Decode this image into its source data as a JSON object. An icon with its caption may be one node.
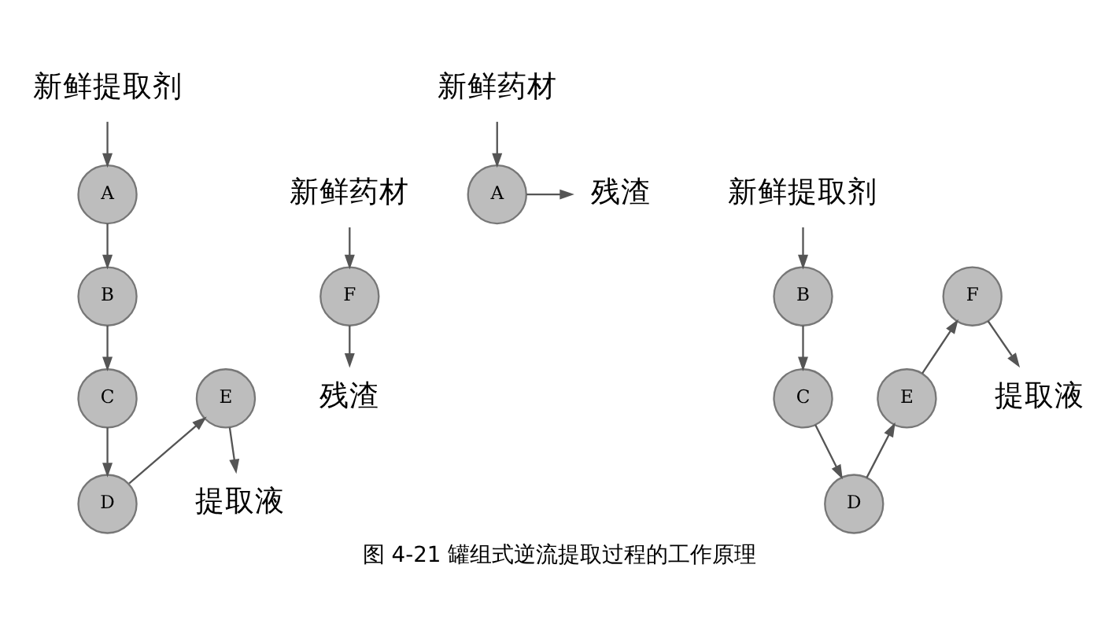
{
  "diagram": {
    "caption": "图 4-21 罐组式逆流提取过程的工作原理",
    "nodes": [
      {
        "text": [
          "新鲜提取剂"
        ]
      },
      {
        "text": [
          "A"
        ]
      },
      {
        "text": [
          "B"
        ]
      },
      {
        "text": [
          "C"
        ]
      },
      {
        "text": [
          "D"
        ]
      },
      {
        "text": [
          "E"
        ]
      },
      {
        "text": [
          "F"
        ]
      },
      {
        "text": [
          "新鲜药材"
        ]
      },
      {
        "text": [
          "残渣"
        ]
      },
      {
        "text": [
          "提取液"
        ]
      },
      {
        "text": [
          "新鲜药材"
        ]
      },
      {
        "text": [
          "A"
        ]
      },
      {
        "text": [
          "残渣"
        ]
      },
      {
        "text": [
          "新鲜提取剂"
        ]
      },
      {
        "text": [
          "B"
        ]
      },
      {
        "text": [
          "C"
        ]
      },
      {
        "text": [
          "D"
        ]
      },
      {
        "text": [
          "E"
        ]
      },
      {
        "text": [
          "F"
        ]
      },
      {
        "text": [
          "提取液"
        ]
      }
    ],
    "edges": [
      {
        "from": 0,
        "to": 1,
        "arrow": "to"
      },
      {
        "from": 1,
        "to": 2,
        "arrow": "to"
      },
      {
        "from": 2,
        "to": 3,
        "arrow": "to"
      },
      {
        "from": 3,
        "to": 4,
        "arrow": "to"
      },
      {
        "from": 4,
        "to": 5,
        "arrow": "to"
      },
      {
        "from": 5,
        "to": 9,
        "arrow": "to"
      },
      {
        "from": 7,
        "to": 6,
        "arrow": "to"
      },
      {
        "from": 6,
        "to": 8,
        "arrow": "to"
      },
      {
        "from": 10,
        "to": 11,
        "arrow": "to"
      },
      {
        "from": 11,
        "to": 12,
        "arrow": "to"
      },
      {
        "from": 13,
        "to": 14,
        "arrow": "to"
      },
      {
        "from": 14,
        "to": 15,
        "arrow": "to"
      },
      {
        "from": 15,
        "to": 16,
        "arrow": "to"
      },
      {
        "from": 16,
        "to": 17,
        "arrow": "to"
      },
      {
        "from": 17,
        "to": 18,
        "arrow": "to"
      },
      {
        "from": 18,
        "to": 19,
        "arrow": "to"
      }
    ]
  }
}
